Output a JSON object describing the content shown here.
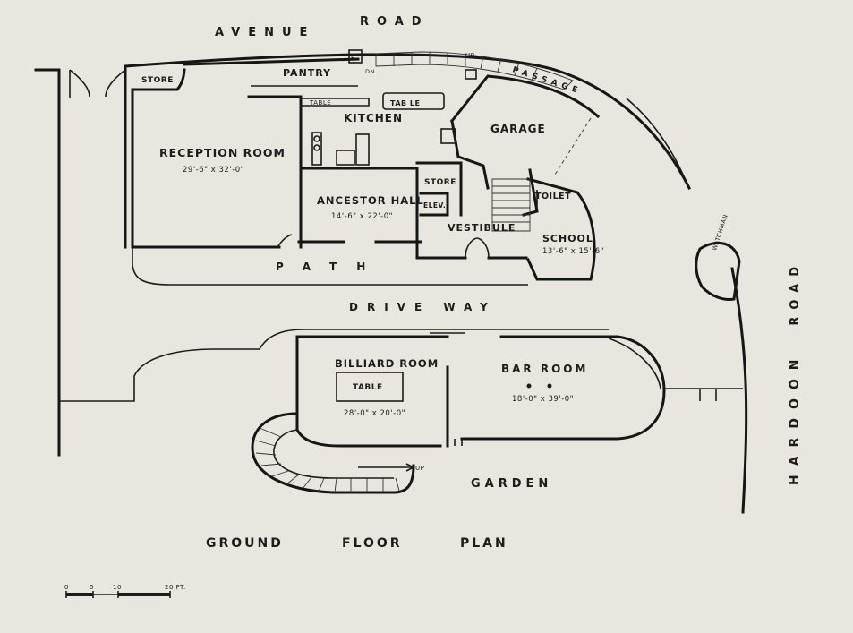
{
  "streets": {
    "avenue": "AVENUE",
    "road_top": "ROAD",
    "hardoon": "HARDOON",
    "road_right": "ROAD",
    "passage": "PASSAGE",
    "drive_way": "DRIVE WAY",
    "path": "PATH",
    "garden": "GARDEN"
  },
  "rooms": {
    "store_left": "STORE",
    "pantry": "PANTRY",
    "kitchen": "KITCHEN",
    "kitchen_table_long": "TABLE",
    "kitchen_table": "TAB LE",
    "garage": "GARAGE",
    "reception": "RECEPTION ROOM",
    "reception_dim": "29'-6\" x 32'-0\"",
    "ancestor": "ANCESTOR HALL",
    "ancestor_dim": "14'-6\" x 22'-0\"",
    "store_mid": "STORE",
    "elev": "ELEV.",
    "vestibule": "VESTIBULE",
    "toilet": "TOILET",
    "school": "SCHOOL",
    "school_dim": "13'-6\" x 15'-6\"",
    "billiard": "BILLIARD ROOM",
    "billiard_table": "TABLE",
    "billiard_dim": "28'-0\" x 20'-0\"",
    "bar": "BAR ROOM",
    "bar_dim": "18'-0\" x 39'-0\"",
    "watchman": "WATCHMAN"
  },
  "marks": {
    "up1": "UP",
    "up2": "UP",
    "dn": "DN.",
    "r": "R"
  },
  "title": {
    "w1": "GROUND",
    "w2": "FLOOR",
    "w3": "PLAN"
  },
  "scale": {
    "t0": "0",
    "t1": "5",
    "t2": "10",
    "t3": "20 FT."
  }
}
